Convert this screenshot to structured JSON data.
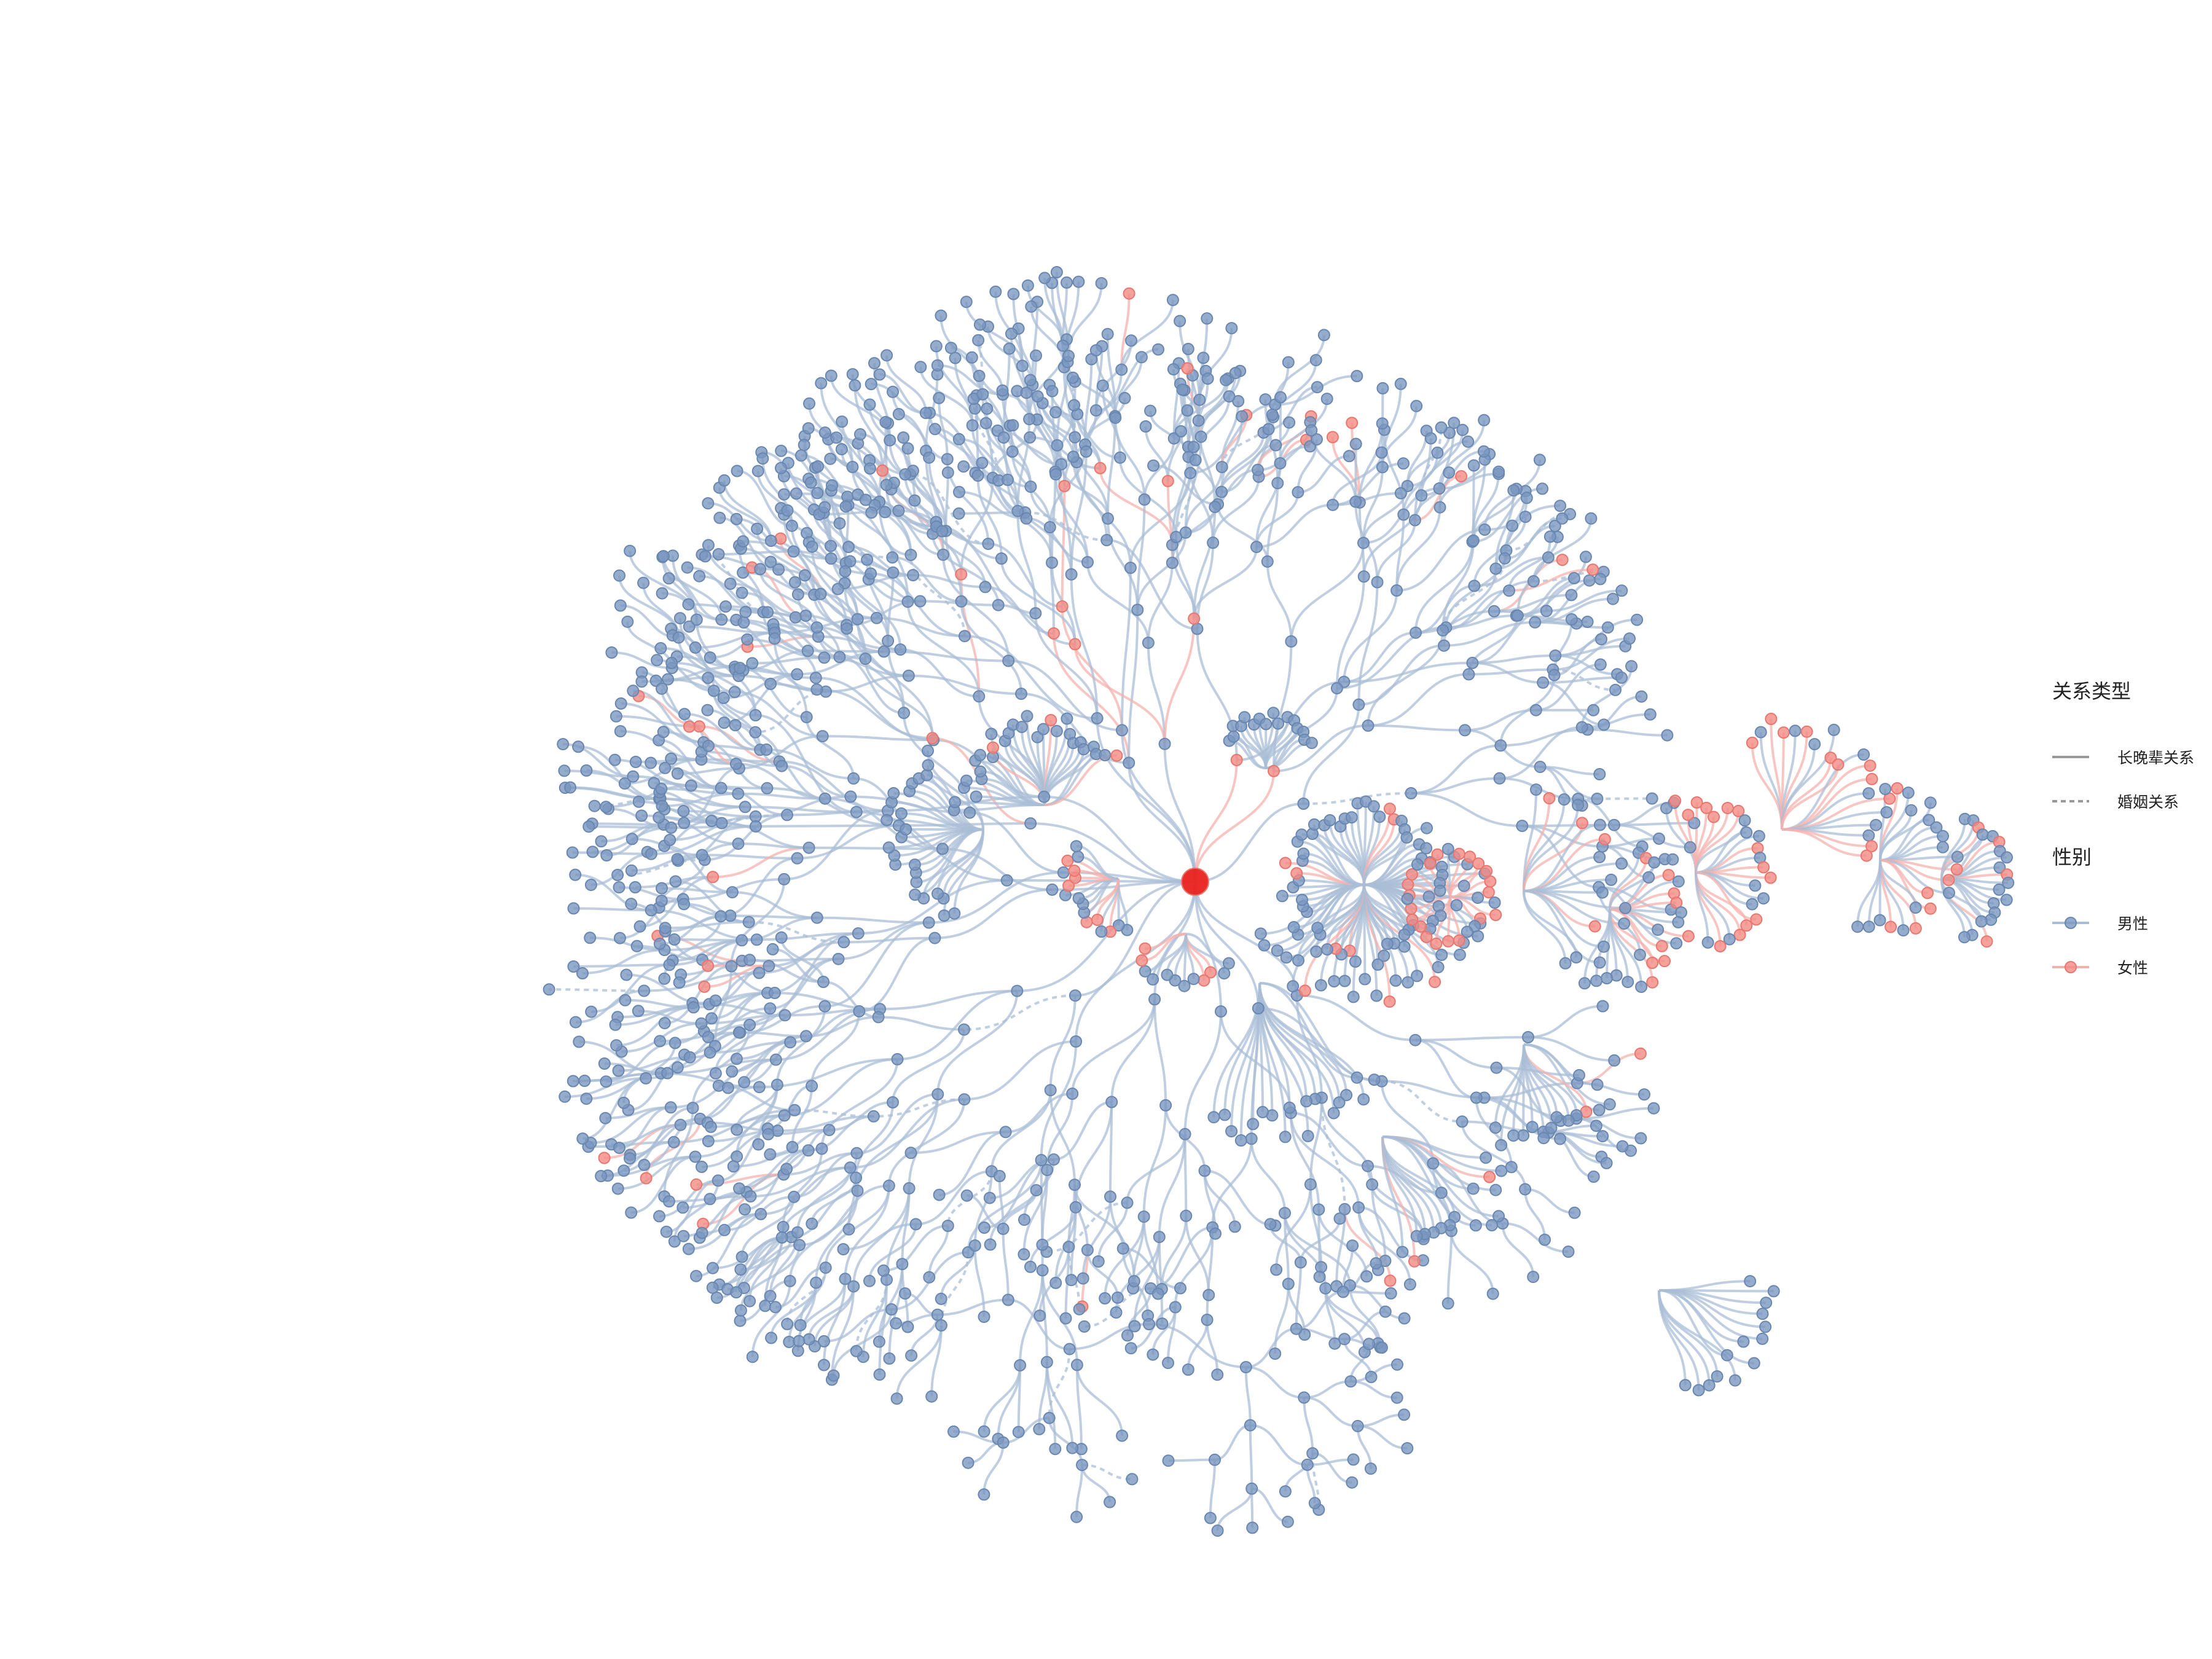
{
  "legend": {
    "relation_title": "关系类型",
    "relation_items": [
      {
        "label": "长晚辈关系",
        "style": "solid"
      },
      {
        "label": "婚姻关系",
        "style": "dashed"
      }
    ],
    "gender_title": "性别",
    "gender_items": [
      {
        "label": "男性",
        "color": "#7a97c0"
      },
      {
        "label": "女性",
        "color": "#f28b85"
      }
    ]
  },
  "colors": {
    "male": "#7a97c0",
    "female": "#f28b85",
    "root": "#e8221e",
    "edge_male": "#aabdd6",
    "edge_female": "#f4b1ad"
  },
  "graph": {
    "type": "family-tree",
    "root_gender": "female"
  }
}
